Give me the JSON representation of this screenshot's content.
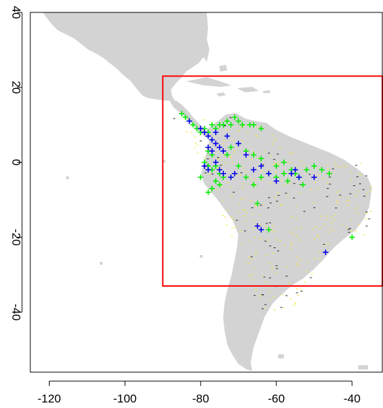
{
  "chart_data": {
    "type": "scatter",
    "xlim": [
      -125,
      -32
    ],
    "ylim": [
      -56,
      40
    ],
    "x_ticks": [
      {
        "value": -120,
        "label": "-120"
      },
      {
        "value": -100,
        "label": "-100"
      },
      {
        "value": -80,
        "label": "-80"
      },
      {
        "value": -60,
        "label": "-60"
      },
      {
        "value": -40,
        "label": "-40"
      }
    ],
    "y_ticks": [
      {
        "value": 40,
        "label": "40"
      },
      {
        "value": 20,
        "label": "20"
      },
      {
        "value": 0,
        "label": "0"
      },
      {
        "value": -20,
        "label": "-20"
      },
      {
        "value": -40,
        "label": "-40"
      }
    ],
    "grid": false,
    "land_color": "#d3d3d3",
    "region_box": {
      "lon": [
        -90,
        -32
      ],
      "lat": [
        -33,
        23
      ],
      "color": "#ff0000"
    },
    "series": [
      {
        "marker": "+",
        "color": "#00ee00",
        "points": [
          [
            -85,
            13
          ],
          [
            -84,
            12
          ],
          [
            -83,
            11
          ],
          [
            -82,
            10
          ],
          [
            -81,
            9
          ],
          [
            -80,
            8
          ],
          [
            -79,
            9
          ],
          [
            -78,
            8
          ],
          [
            -77,
            10
          ],
          [
            -76,
            9
          ],
          [
            -75,
            10
          ],
          [
            -74,
            10
          ],
          [
            -73,
            11
          ],
          [
            -72,
            10
          ],
          [
            -71,
            12
          ],
          [
            -70,
            11
          ],
          [
            -69,
            10
          ],
          [
            -67,
            10
          ],
          [
            -66,
            10
          ],
          [
            -64,
            9
          ],
          [
            -78,
            3
          ],
          [
            -77,
            2
          ],
          [
            -79,
            0
          ],
          [
            -78,
            -1
          ],
          [
            -77,
            -2
          ],
          [
            -76,
            -1
          ],
          [
            -75,
            -3
          ],
          [
            -74,
            -4
          ],
          [
            -76,
            -5
          ],
          [
            -75,
            -6
          ],
          [
            -77,
            -7
          ],
          [
            -78,
            -8
          ],
          [
            -72,
            4
          ],
          [
            -70,
            5
          ],
          [
            -68,
            3
          ],
          [
            -66,
            2
          ],
          [
            -64,
            1
          ],
          [
            -62,
            -3
          ],
          [
            -60,
            -4
          ],
          [
            -58,
            -3
          ],
          [
            -56,
            -2
          ],
          [
            -55,
            -3
          ],
          [
            -54,
            -4
          ],
          [
            -52,
            -2
          ],
          [
            -50,
            -1
          ],
          [
            -48,
            -2
          ],
          [
            -46,
            -3
          ],
          [
            -65,
            -11
          ],
          [
            -62,
            -18
          ],
          [
            -40,
            -20
          ],
          [
            -80,
            -4
          ],
          [
            -73,
            2
          ],
          [
            -70,
            -1
          ],
          [
            -68,
            -4
          ],
          [
            -66,
            -6
          ],
          [
            -60,
            -1
          ],
          [
            -57,
            -5
          ],
          [
            -53,
            -6
          ],
          [
            -64,
            -4
          ],
          [
            -58,
            0
          ]
        ]
      },
      {
        "marker": "+",
        "color": "#0000ee",
        "points": [
          [
            -83,
            11
          ],
          [
            -80,
            9
          ],
          [
            -79,
            8
          ],
          [
            -78,
            7
          ],
          [
            -77,
            6
          ],
          [
            -76,
            5
          ],
          [
            -75,
            4
          ],
          [
            -74,
            3
          ],
          [
            -73,
            7
          ],
          [
            -76,
            8
          ],
          [
            -78,
            4
          ],
          [
            -77,
            3
          ],
          [
            -79,
            -1
          ],
          [
            -78,
            -2
          ],
          [
            -76,
            0
          ],
          [
            -75,
            -2
          ],
          [
            -74,
            -3
          ],
          [
            -72,
            -4
          ],
          [
            -71,
            -3
          ],
          [
            -66,
            -2
          ],
          [
            -64,
            -1
          ],
          [
            -56,
            -3
          ],
          [
            -55,
            -2
          ],
          [
            -54,
            -4
          ],
          [
            -50,
            -4
          ],
          [
            -65,
            -17
          ],
          [
            -64,
            -18
          ],
          [
            -47,
            -24
          ],
          [
            -70,
            5
          ],
          [
            -68,
            2
          ],
          [
            -60,
            -5
          ],
          [
            -62,
            -3
          ]
        ]
      }
    ]
  }
}
